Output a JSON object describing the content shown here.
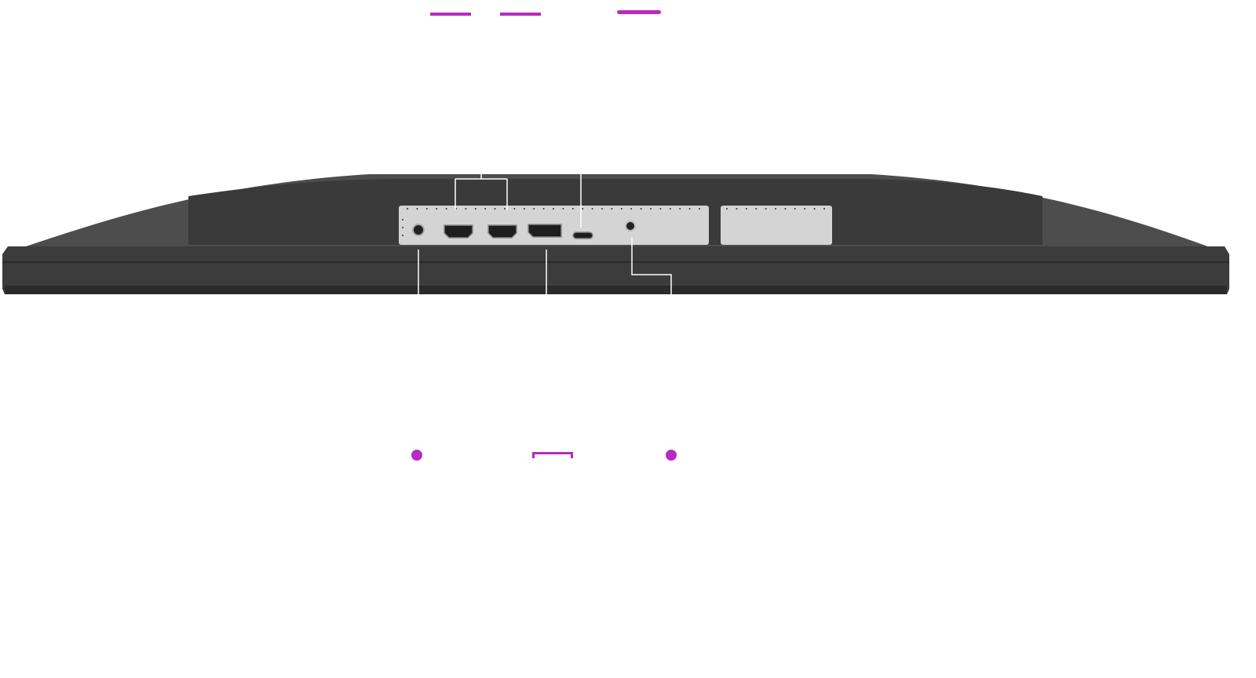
{
  "colors": {
    "accent": "#b82bc0",
    "monitor_body": "#3b3b3b",
    "monitor_top": "#4a4a4a",
    "port_panel": "#d6d6d6",
    "callout_line": "#ffffff"
  },
  "ports": [
    {
      "icon": "dc-power-port-icon"
    },
    {
      "icon": "hdmi-port-icon"
    },
    {
      "icon": "hdmi-port-icon"
    },
    {
      "icon": "displayport-port-icon"
    },
    {
      "icon": "usb-c-port-icon"
    },
    {
      "icon": "audio-jack-port-icon"
    }
  ],
  "markers": {
    "top": [
      "line-marker",
      "line-marker",
      "pill-marker"
    ],
    "bottom": [
      "dot-marker",
      "bracket-marker",
      "dot-marker"
    ]
  }
}
